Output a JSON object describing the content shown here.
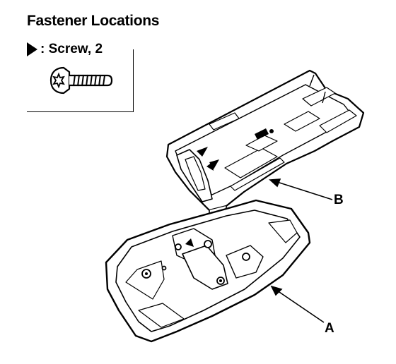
{
  "legend": {
    "title": "Fastener Locations",
    "symbol_icon": "right-triangle-icon",
    "screw_label": ": Screw, 2",
    "screw_icon": "torx-screw-icon"
  },
  "callouts": {
    "a": "A",
    "b": "B"
  }
}
